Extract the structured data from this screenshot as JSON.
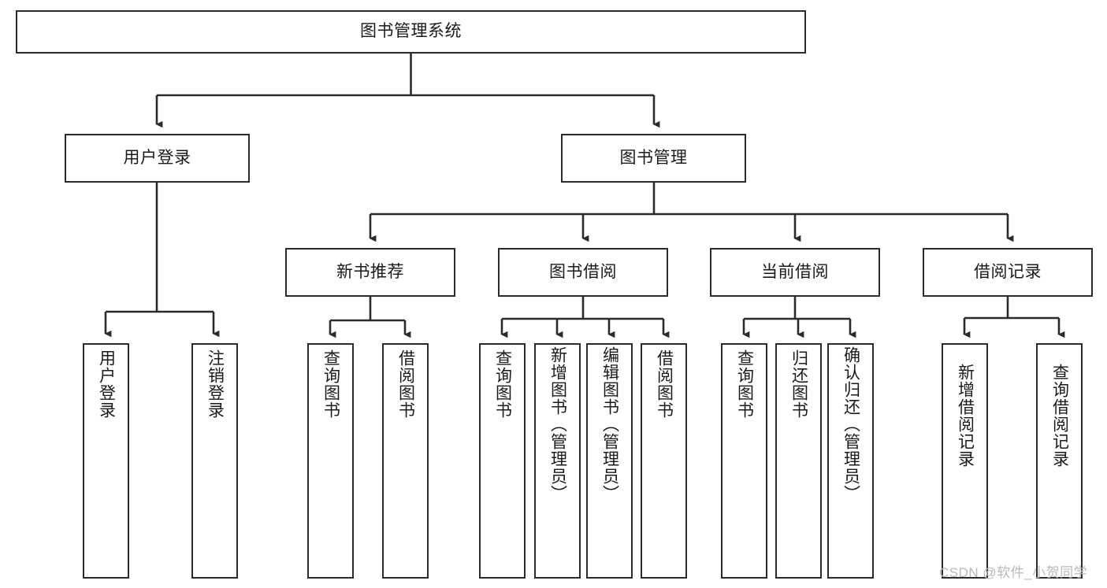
{
  "diagram": {
    "title": "图书管理系统",
    "watermark": "CSDN @软件_小贺同学",
    "colors": {
      "stroke": "#2b2b2b",
      "background": "#ffffff",
      "text": "#1a1a1a",
      "watermark": "#b9b9b9"
    },
    "root": {
      "label": "图书管理系统"
    },
    "level1": [
      {
        "label": "用户登录"
      },
      {
        "label": "图书管理"
      }
    ],
    "level2": [
      {
        "label": "新书推荐"
      },
      {
        "label": "图书借阅"
      },
      {
        "label": "当前借阅"
      },
      {
        "label": "借阅记录"
      }
    ],
    "leaves": {
      "user_login": [
        {
          "label": "用户登录"
        },
        {
          "label": "注销登录"
        }
      ],
      "new_book_recommend": [
        {
          "label": "查询图书"
        },
        {
          "label": "借阅图书"
        }
      ],
      "book_borrow": [
        {
          "label": "查询图书"
        },
        {
          "label": "新增图书（管理员）"
        },
        {
          "label": "编辑图书（管理员）"
        },
        {
          "label": "借阅图书"
        }
      ],
      "current_borrow": [
        {
          "label": "查询图书"
        },
        {
          "label": "归还图书"
        },
        {
          "label": "确认归还（管理员）"
        }
      ],
      "borrow_record": [
        {
          "label": "新增借阅记录"
        },
        {
          "label": "查询借阅记录"
        }
      ]
    }
  }
}
